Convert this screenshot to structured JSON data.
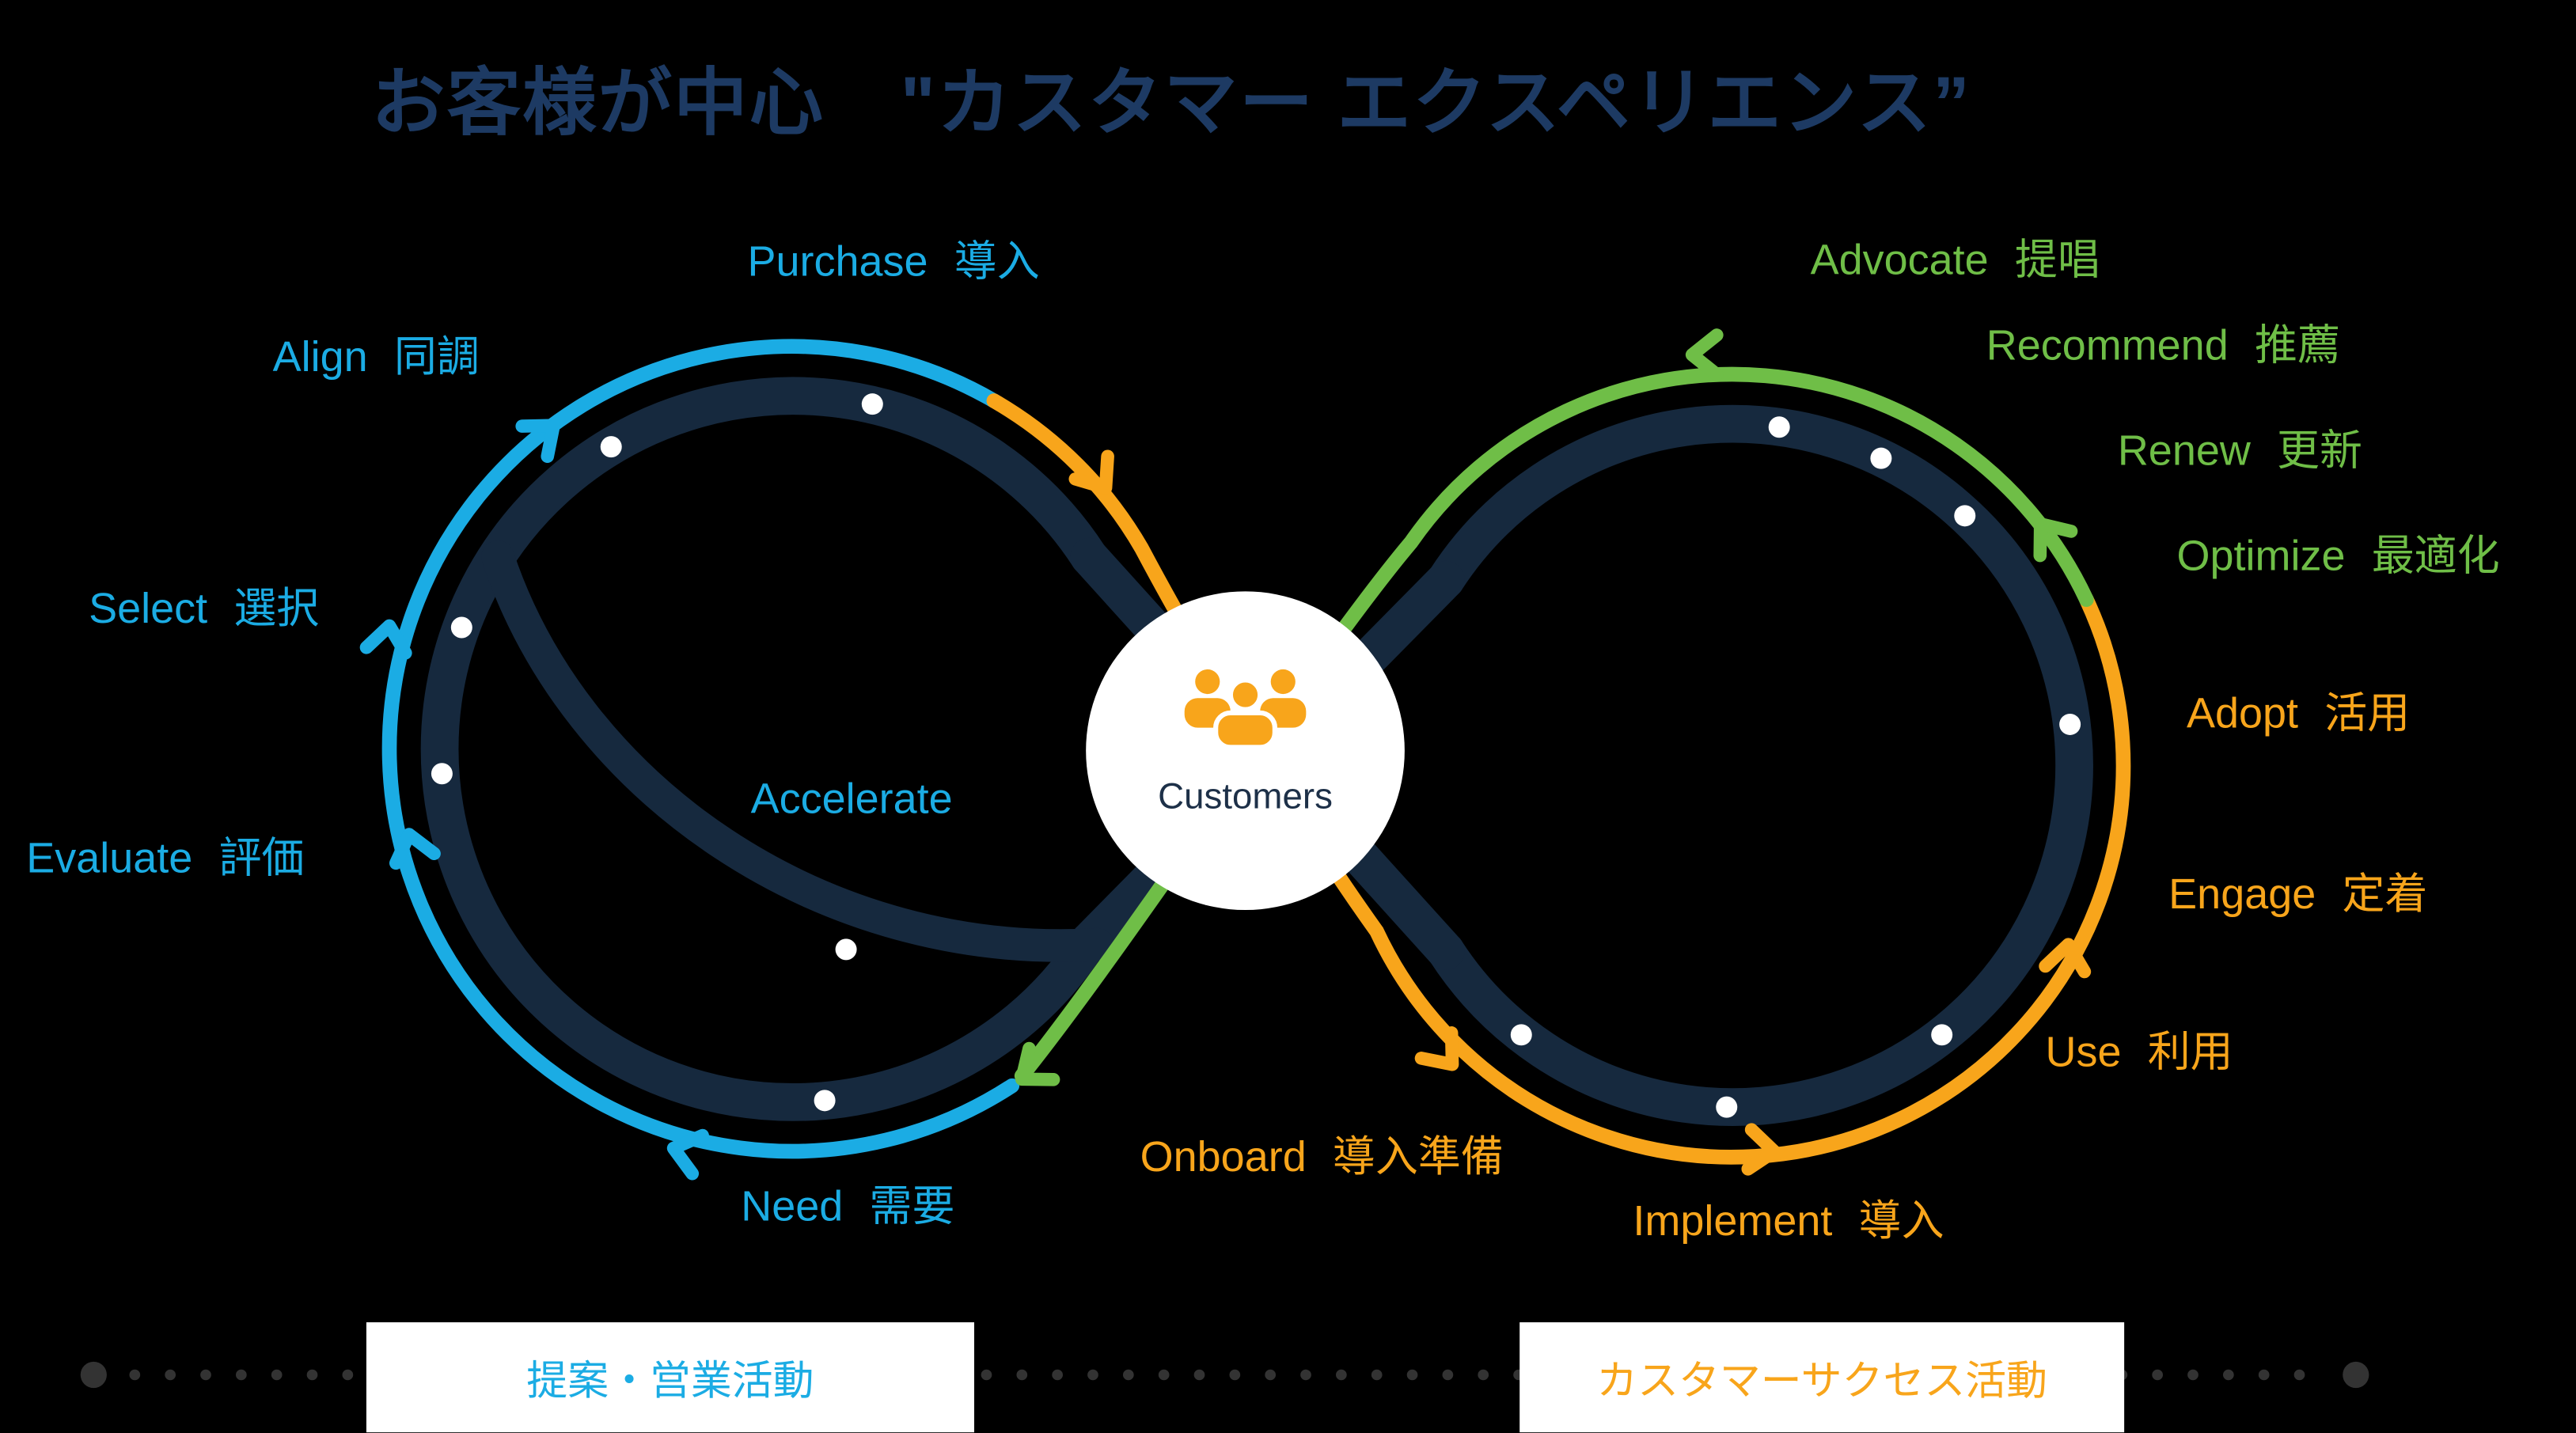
{
  "palette": {
    "bg": "#000000",
    "cyan": "#1BACE4",
    "green": "#6FBE47",
    "orange": "#F8A51B",
    "navy": "#16293E",
    "title-navy": "#1D3A63",
    "customers-navy": "#1D3048",
    "dotline": "#333333",
    "white": "#ffffff"
  },
  "title": "お客様が中心　\"カスタマー エクスペリエンス”",
  "center": {
    "label": "Customers",
    "icon": "people-group-icon"
  },
  "stages": [
    {
      "id": "purchase",
      "en": "Purchase",
      "ja": "導入",
      "color": "cyan"
    },
    {
      "id": "align",
      "en": "Align",
      "ja": "同調",
      "color": "cyan"
    },
    {
      "id": "select",
      "en": "Select",
      "ja": "選択",
      "color": "cyan"
    },
    {
      "id": "evaluate",
      "en": "Evaluate",
      "ja": "評価",
      "color": "cyan"
    },
    {
      "id": "need",
      "en": "Need",
      "ja": "需要",
      "color": "cyan"
    },
    {
      "id": "accelerate",
      "en": "Accelerate",
      "ja": "",
      "color": "cyan"
    },
    {
      "id": "advocate",
      "en": "Advocate",
      "ja": "提唱",
      "color": "green"
    },
    {
      "id": "recommend",
      "en": "Recommend",
      "ja": "推薦",
      "color": "green"
    },
    {
      "id": "renew",
      "en": "Renew",
      "ja": "更新",
      "color": "green"
    },
    {
      "id": "optimize",
      "en": "Optimize",
      "ja": "最適化",
      "color": "green"
    },
    {
      "id": "adopt",
      "en": "Adopt",
      "ja": "活用",
      "color": "orange"
    },
    {
      "id": "engage",
      "en": "Engage",
      "ja": "定着",
      "color": "orange"
    },
    {
      "id": "use",
      "en": "Use",
      "ja": "利用",
      "color": "orange"
    },
    {
      "id": "implement",
      "en": "Implement",
      "ja": "導入",
      "color": "orange"
    },
    {
      "id": "onboard",
      "en": "Onboard",
      "ja": "導入準備",
      "color": "orange"
    }
  ],
  "legend": {
    "sales": {
      "label": "提案・営業活動",
      "color": "cyan"
    },
    "customer_success": {
      "label": "カスタマーサクセス活動",
      "color": "orange"
    }
  }
}
